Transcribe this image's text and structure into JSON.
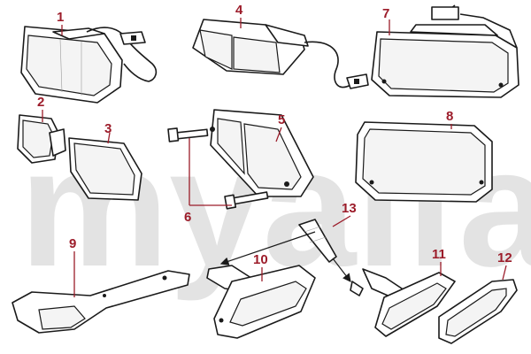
{
  "watermark": "myalfa",
  "callouts": [
    {
      "id": "1",
      "label": "1"
    },
    {
      "id": "2",
      "label": "2"
    },
    {
      "id": "3",
      "label": "3"
    },
    {
      "id": "4",
      "label": "4"
    },
    {
      "id": "5",
      "label": "5"
    },
    {
      "id": "6",
      "label": "6"
    },
    {
      "id": "7",
      "label": "7"
    },
    {
      "id": "8",
      "label": "8"
    },
    {
      "id": "9",
      "label": "9"
    },
    {
      "id": "10",
      "label": "10"
    },
    {
      "id": "11",
      "label": "11"
    },
    {
      "id": "12",
      "label": "12"
    },
    {
      "id": "13",
      "label": "13"
    }
  ],
  "colors": {
    "callout_text": "#9c1c2a",
    "watermark": "#e3e3e3",
    "line_art": "#1a1a1a",
    "background": "#ffffff"
  }
}
